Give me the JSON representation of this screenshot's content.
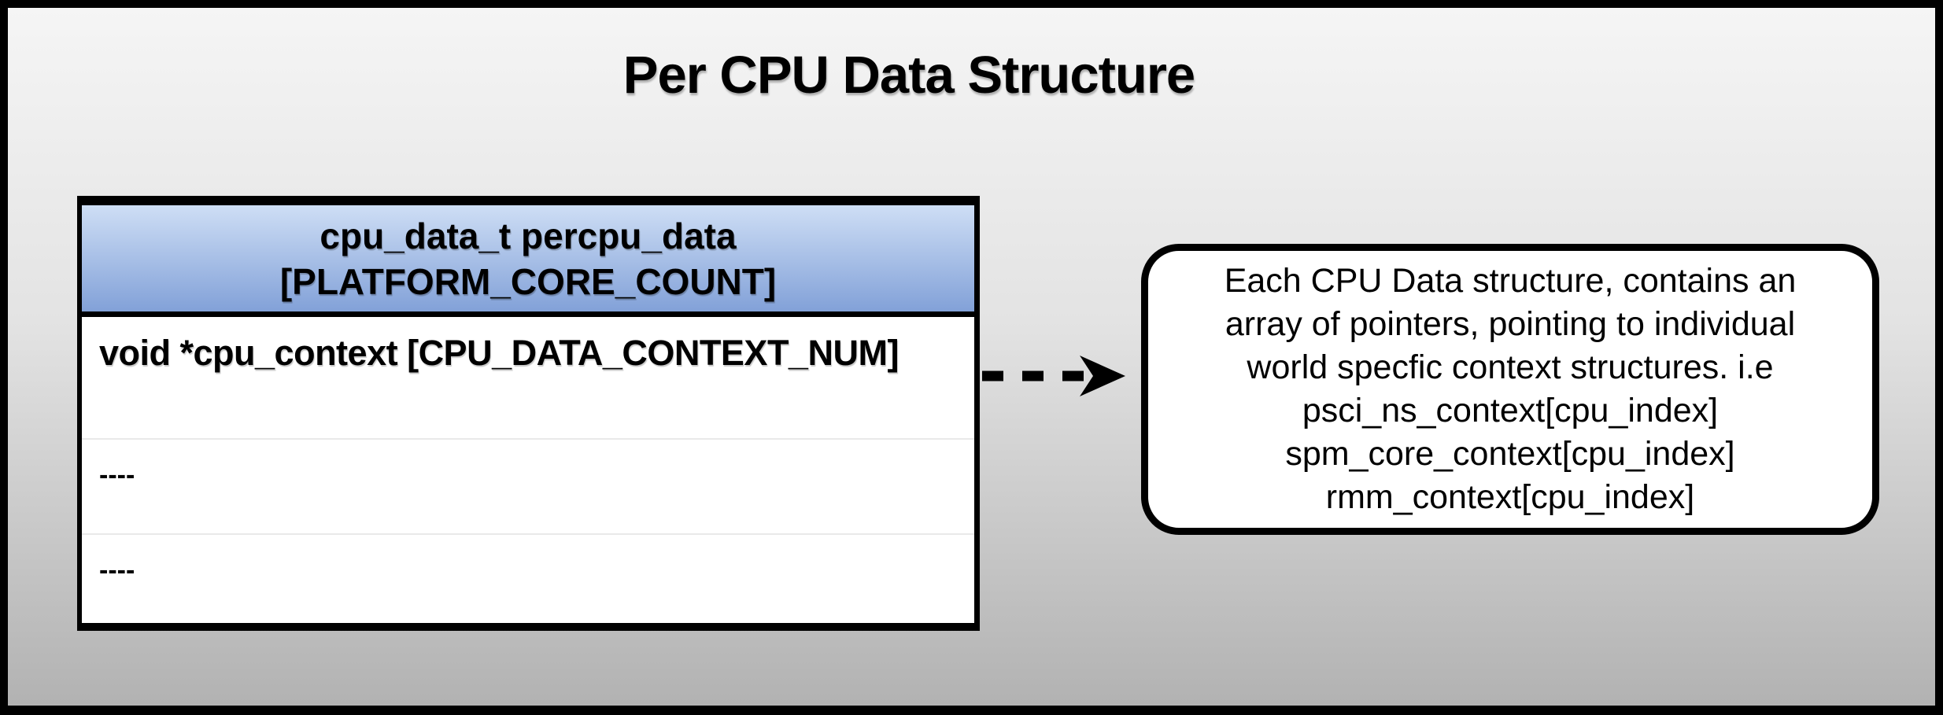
{
  "slide": {
    "title": "Per CPU Data Structure"
  },
  "struct_table": {
    "header": {
      "line1": "cpu_data_t percpu_data",
      "line2": "[PLATFORM_CORE_COUNT]"
    },
    "rows": [
      "void *cpu_context [CPU_DATA_CONTEXT_NUM]",
      "----",
      "----"
    ]
  },
  "connector": {
    "type": "dashed-arrow",
    "direction": "right"
  },
  "callout": {
    "lines": [
      "Each CPU Data structure, contains an",
      "array of pointers, pointing to individual",
      "world specfic context structures. i.e",
      "psci_ns_context[cpu_index]",
      "spm_core_context[cpu_index]",
      "rmm_context[cpu_index]"
    ]
  },
  "colors": {
    "bg_grad_top": "#f5f5f5",
    "bg_grad_bottom": "#b2b2b2",
    "header_grad_top": "#cedef5",
    "header_grad_bottom": "#82a1d8",
    "line_color": "#000000",
    "callout_bg": "#ffffff",
    "row_divider": "#e9e9e9"
  }
}
